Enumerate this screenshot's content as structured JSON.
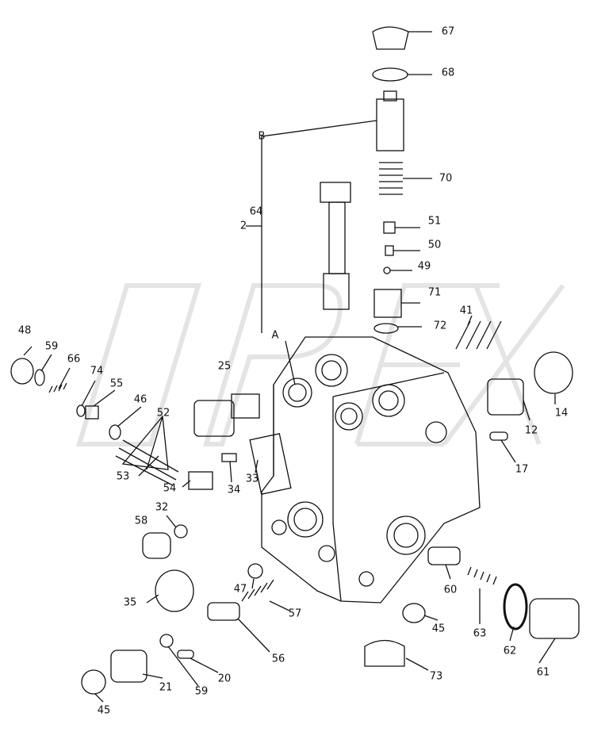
{
  "diagram": {
    "watermark": "OPEX",
    "labels": [
      "67",
      "68",
      "B",
      "70",
      "64",
      "2",
      "51",
      "50",
      "49",
      "71",
      "41",
      "72",
      "A",
      "48",
      "59",
      "66",
      "74",
      "55",
      "46",
      "52",
      "25",
      "14",
      "12",
      "17",
      "53",
      "54",
      "34",
      "33",
      "32",
      "58",
      "47",
      "35",
      "57",
      "60",
      "63",
      "45",
      "62",
      "56",
      "73",
      "61",
      "20",
      "59",
      "21",
      "45"
    ],
    "colors": {
      "ink": "#111111",
      "watermark": "#e6e6e6"
    }
  }
}
